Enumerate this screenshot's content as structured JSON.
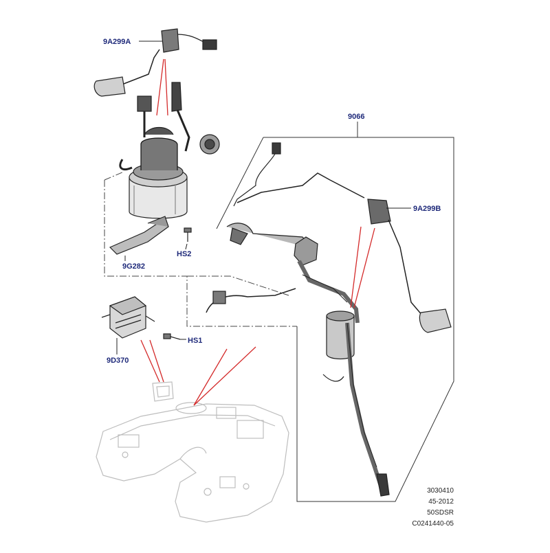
{
  "colors": {
    "callout_text": "#1f2a7a",
    "leader_red": "#d42a2a",
    "line": "#333333",
    "ghost": "#bdbdbd",
    "ref_text": "#222222"
  },
  "callouts": {
    "sender_a": "9A299A",
    "fuel_module": "9066",
    "sender_b": "9A299B",
    "screw_hs2": "HS2",
    "filter": "9G282",
    "screw_hs1": "HS1",
    "control_module": "9D370"
  },
  "reference": {
    "line1": "3030410",
    "line2": "45-2012",
    "line3": "50SDSR",
    "line4": "C0241440-05"
  }
}
